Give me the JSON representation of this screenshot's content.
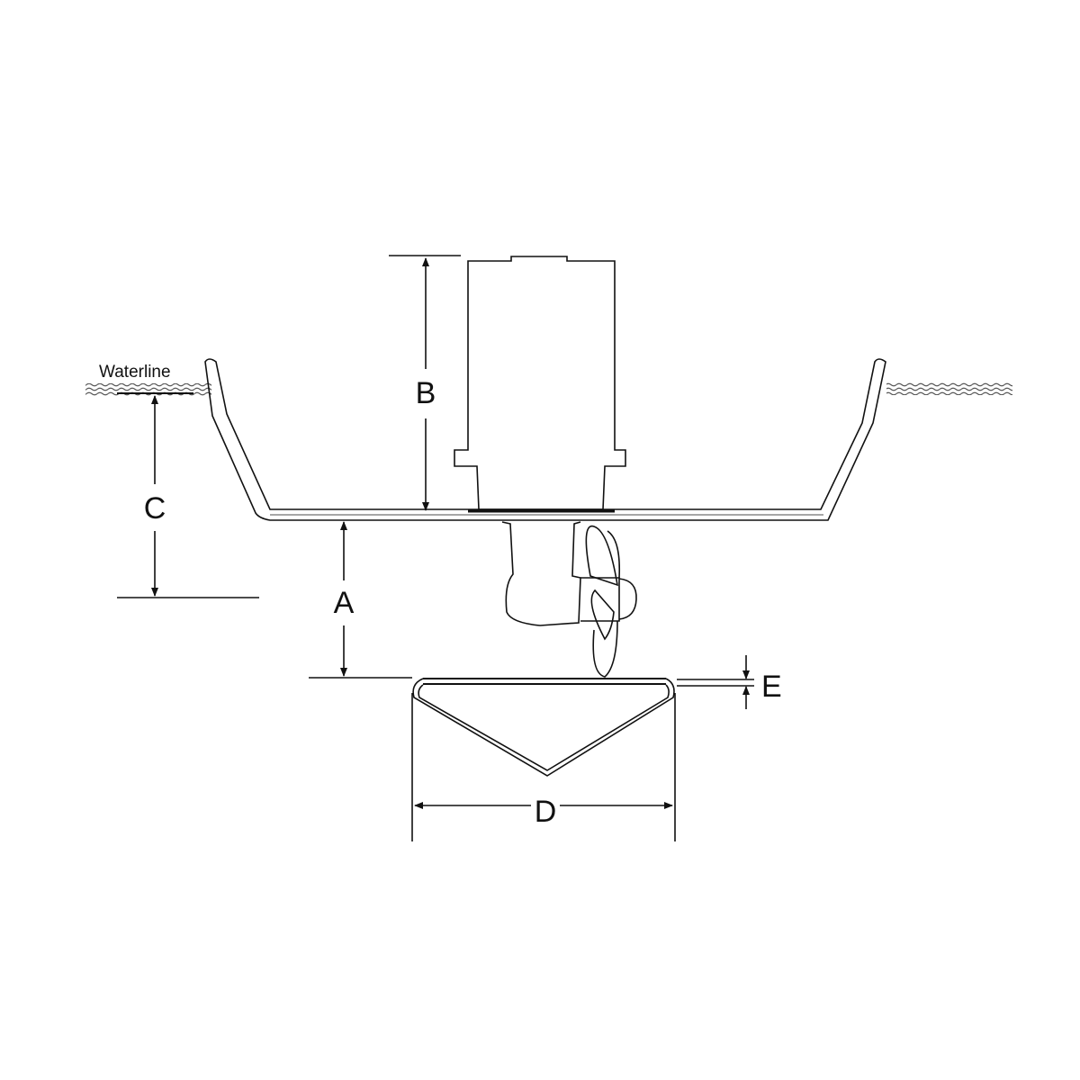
{
  "diagram": {
    "waterline_label": "Waterline",
    "dimensions": {
      "a": "A",
      "b": "B",
      "c": "C",
      "d": "D",
      "e": "E"
    },
    "line_color": "#111111",
    "background": "#ffffff"
  }
}
